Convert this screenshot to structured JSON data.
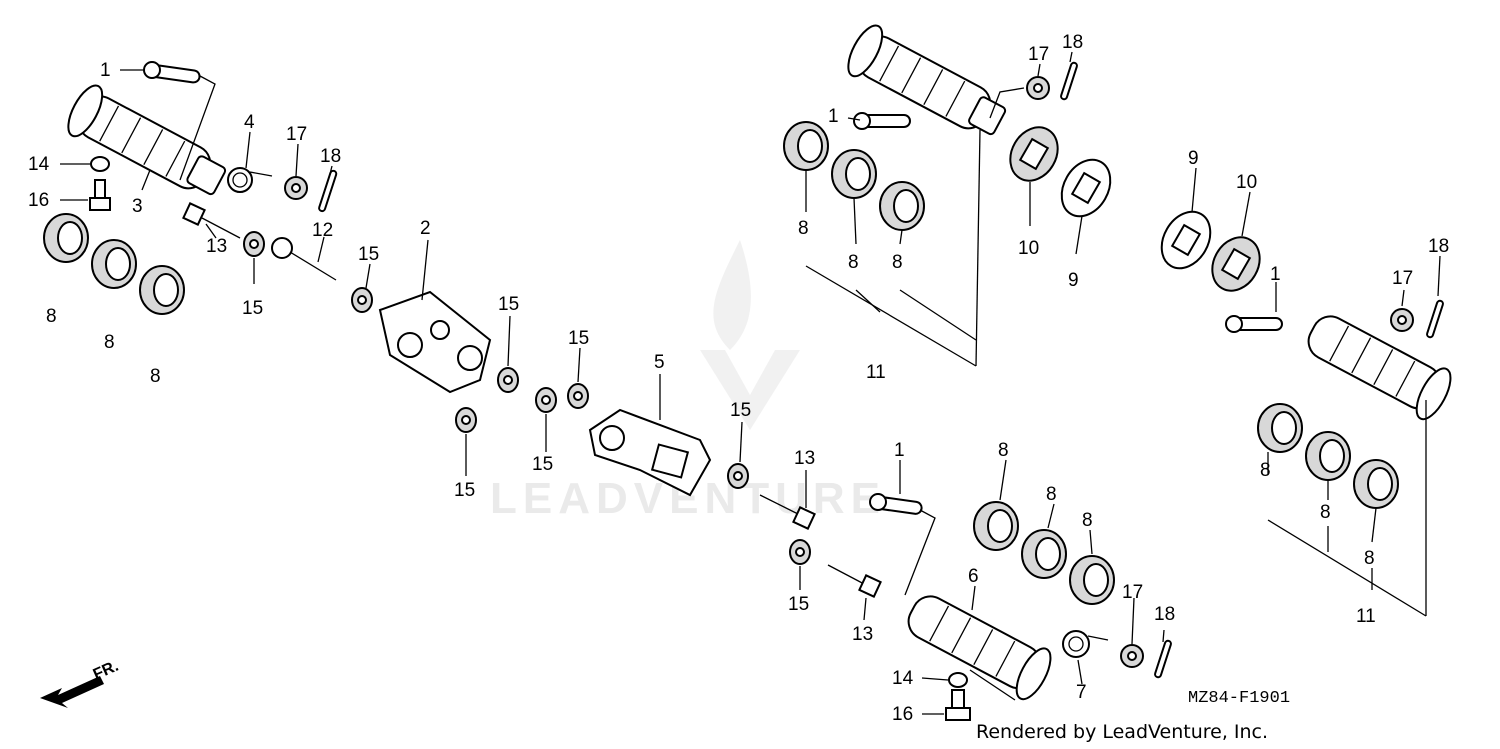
{
  "diagram": {
    "drawing_code": "MZ84-F1901",
    "credit": "Rendered by LeadVenture, Inc.",
    "watermark": "LEADVENTURE",
    "direction_marker": "FR.",
    "callouts": [
      "1",
      "2",
      "3",
      "4",
      "5",
      "6",
      "7",
      "8",
      "9",
      "10",
      "11",
      "12",
      "13",
      "14",
      "15",
      "16",
      "17",
      "18"
    ]
  }
}
